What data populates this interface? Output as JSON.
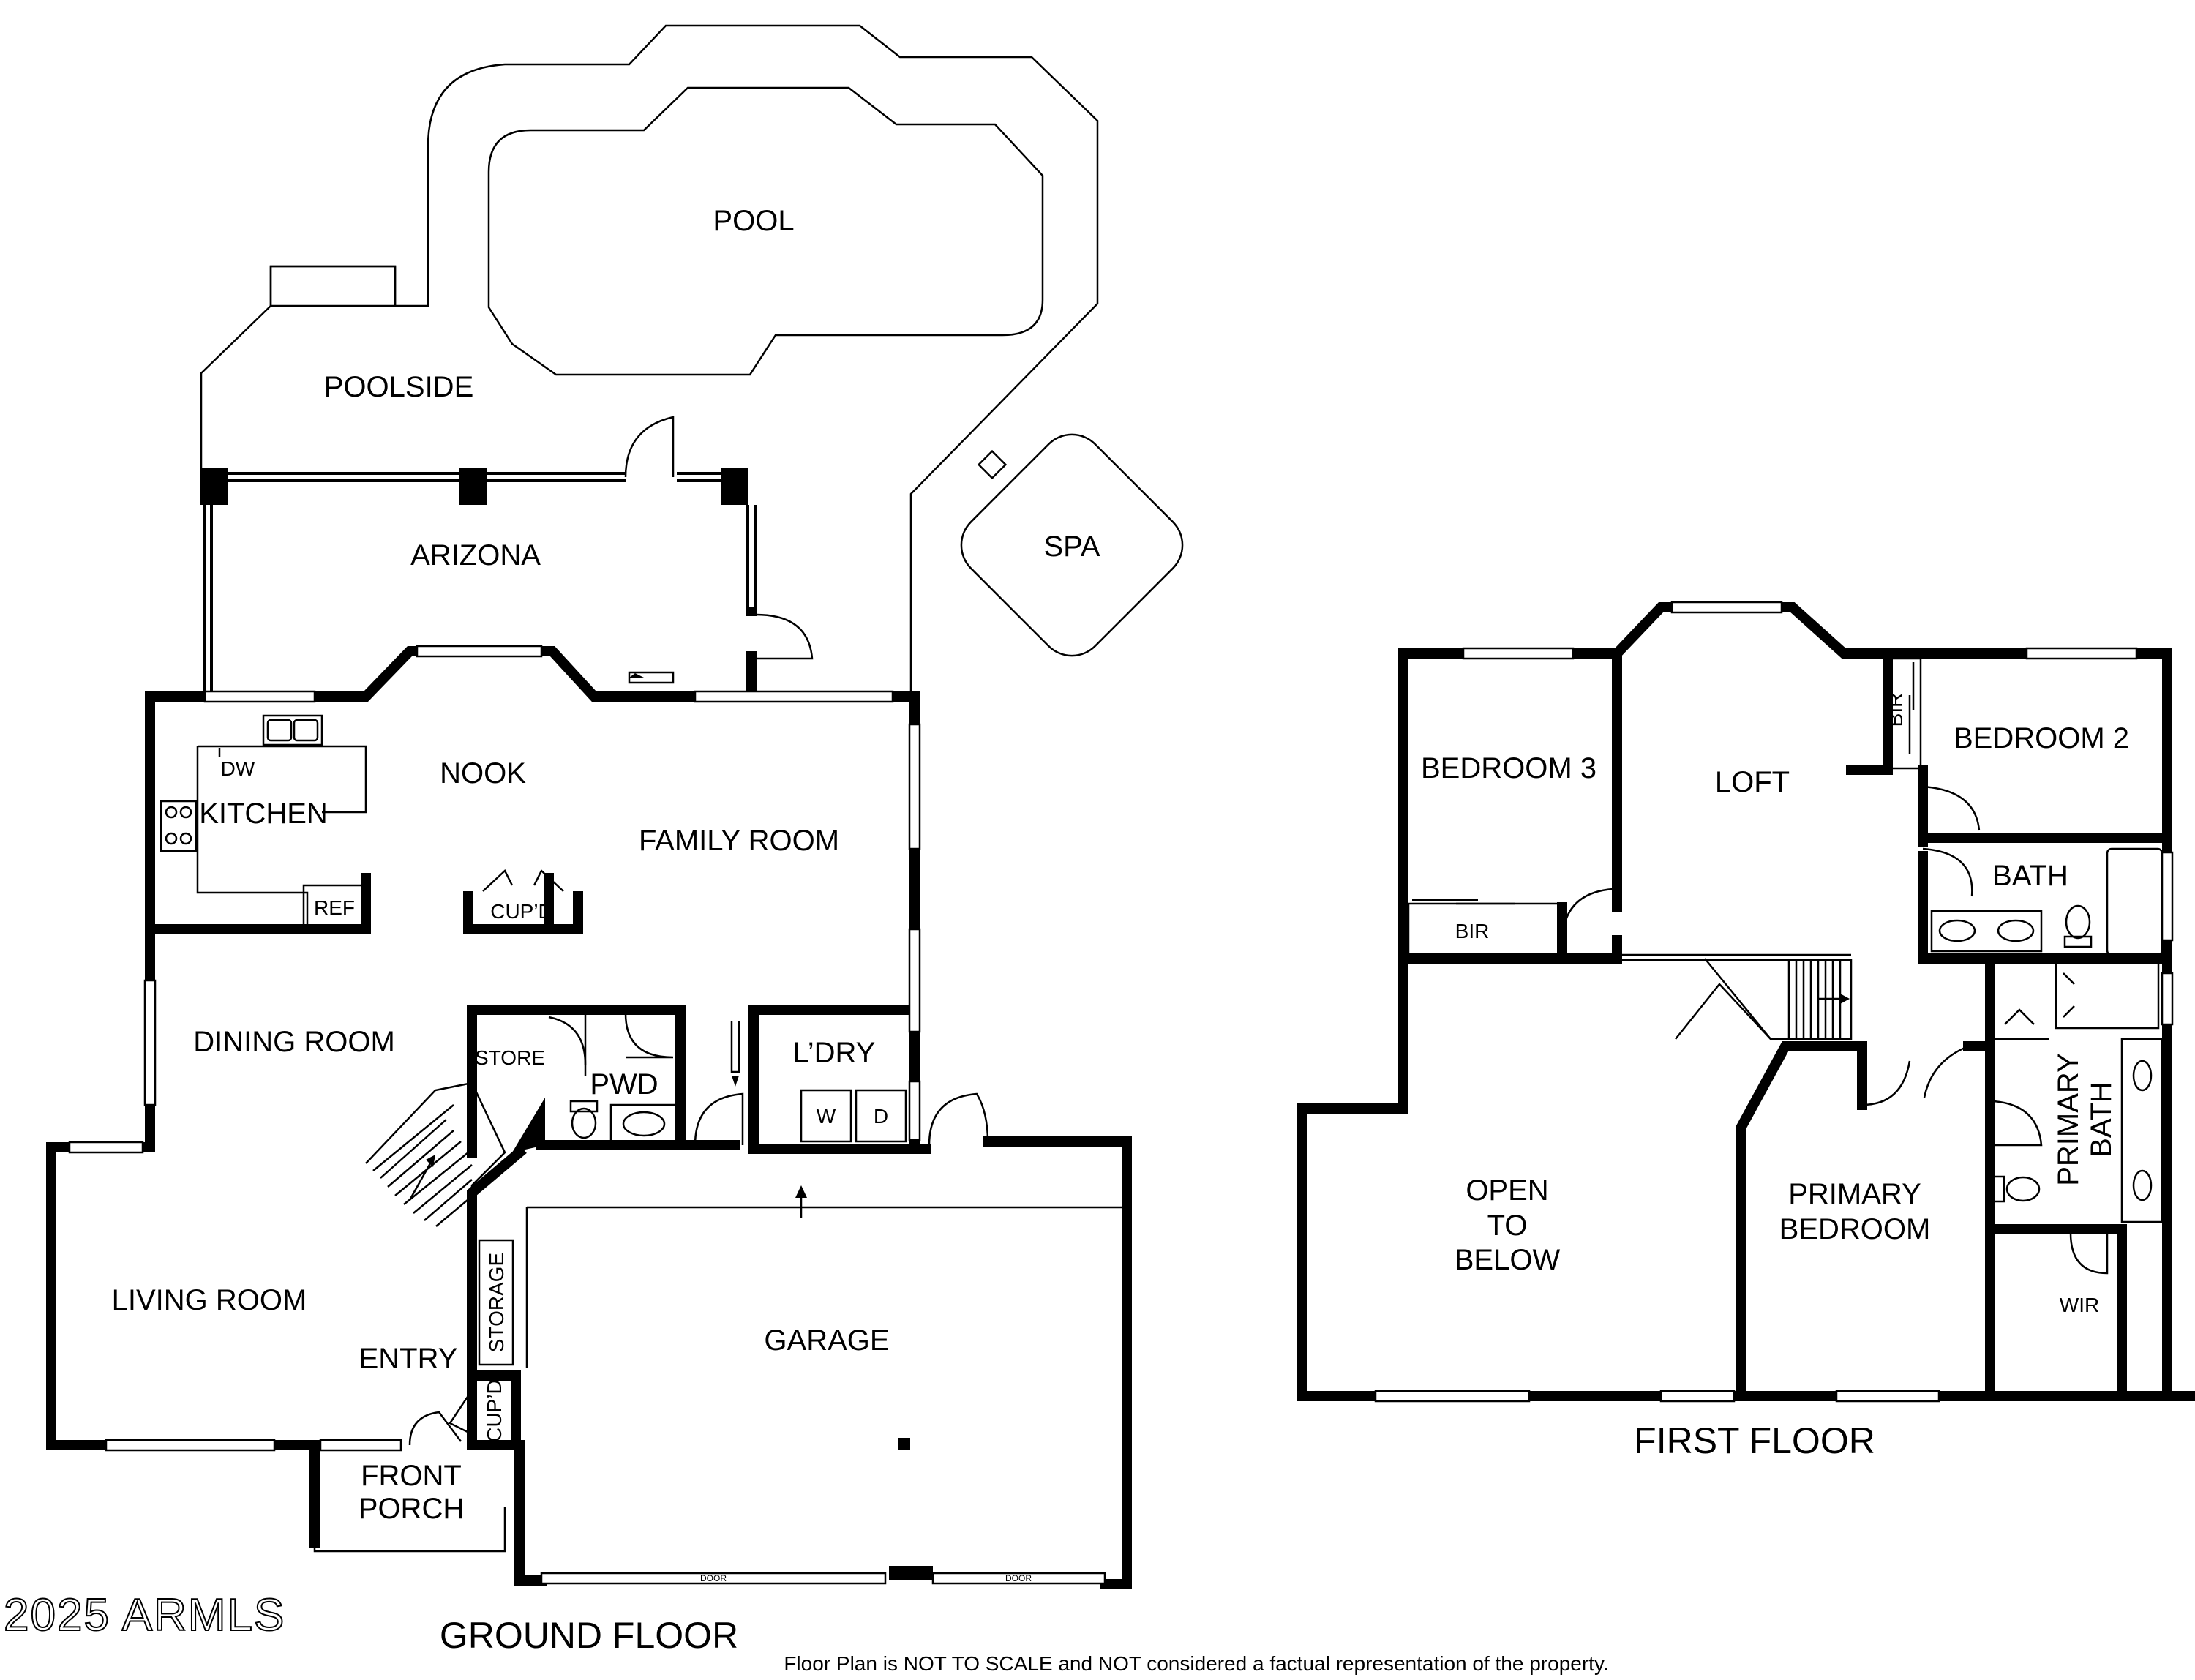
{
  "ground_floor": {
    "title": "GROUND FLOOR",
    "rooms": {
      "pool": "POOL",
      "poolside": "POOLSIDE",
      "spa": "SPA",
      "arizona": "ARIZONA",
      "nook": "NOOK",
      "kitchen": "KITCHEN",
      "family_room": "FAMILY ROOM",
      "dining_room": "DINING ROOM",
      "living_room": "LIVING ROOM",
      "store": "STORE",
      "pwd": "PWD",
      "laundry": "L’DRY",
      "garage": "GARAGE",
      "storage": "STORAGE",
      "entry": "ENTRY",
      "entry_cupboard": "CUP’D",
      "front_porch_line1": "FRONT",
      "front_porch_line2": "PORCH",
      "nook_cupboard": "CUP’D"
    },
    "fixtures": {
      "dishwasher": "DW",
      "refrigerator": "REF",
      "washer": "W",
      "dryer": "D",
      "garage_door_1": "DOOR",
      "garage_door_2": "DOOR"
    }
  },
  "first_floor": {
    "title": "FIRST FLOOR",
    "rooms": {
      "bedroom_3": "BEDROOM 3",
      "loft": "LOFT",
      "bedroom_2": "BEDROOM 2",
      "bir_top": "BIR",
      "bir_bottom": "BIR",
      "bath": "BATH",
      "open_line1": "OPEN",
      "open_line2": "TO",
      "open_line3": "BELOW",
      "primary_bedroom_line1": "PRIMARY",
      "primary_bedroom_line2": "BEDROOM",
      "primary_bath_line1": "PRIMARY",
      "primary_bath_line2": "BATH",
      "wir": "WIR"
    }
  },
  "watermark": "2025 ARMLS",
  "disclaimer": "Floor Plan is NOT TO SCALE and NOT considered a factual representation of the property."
}
